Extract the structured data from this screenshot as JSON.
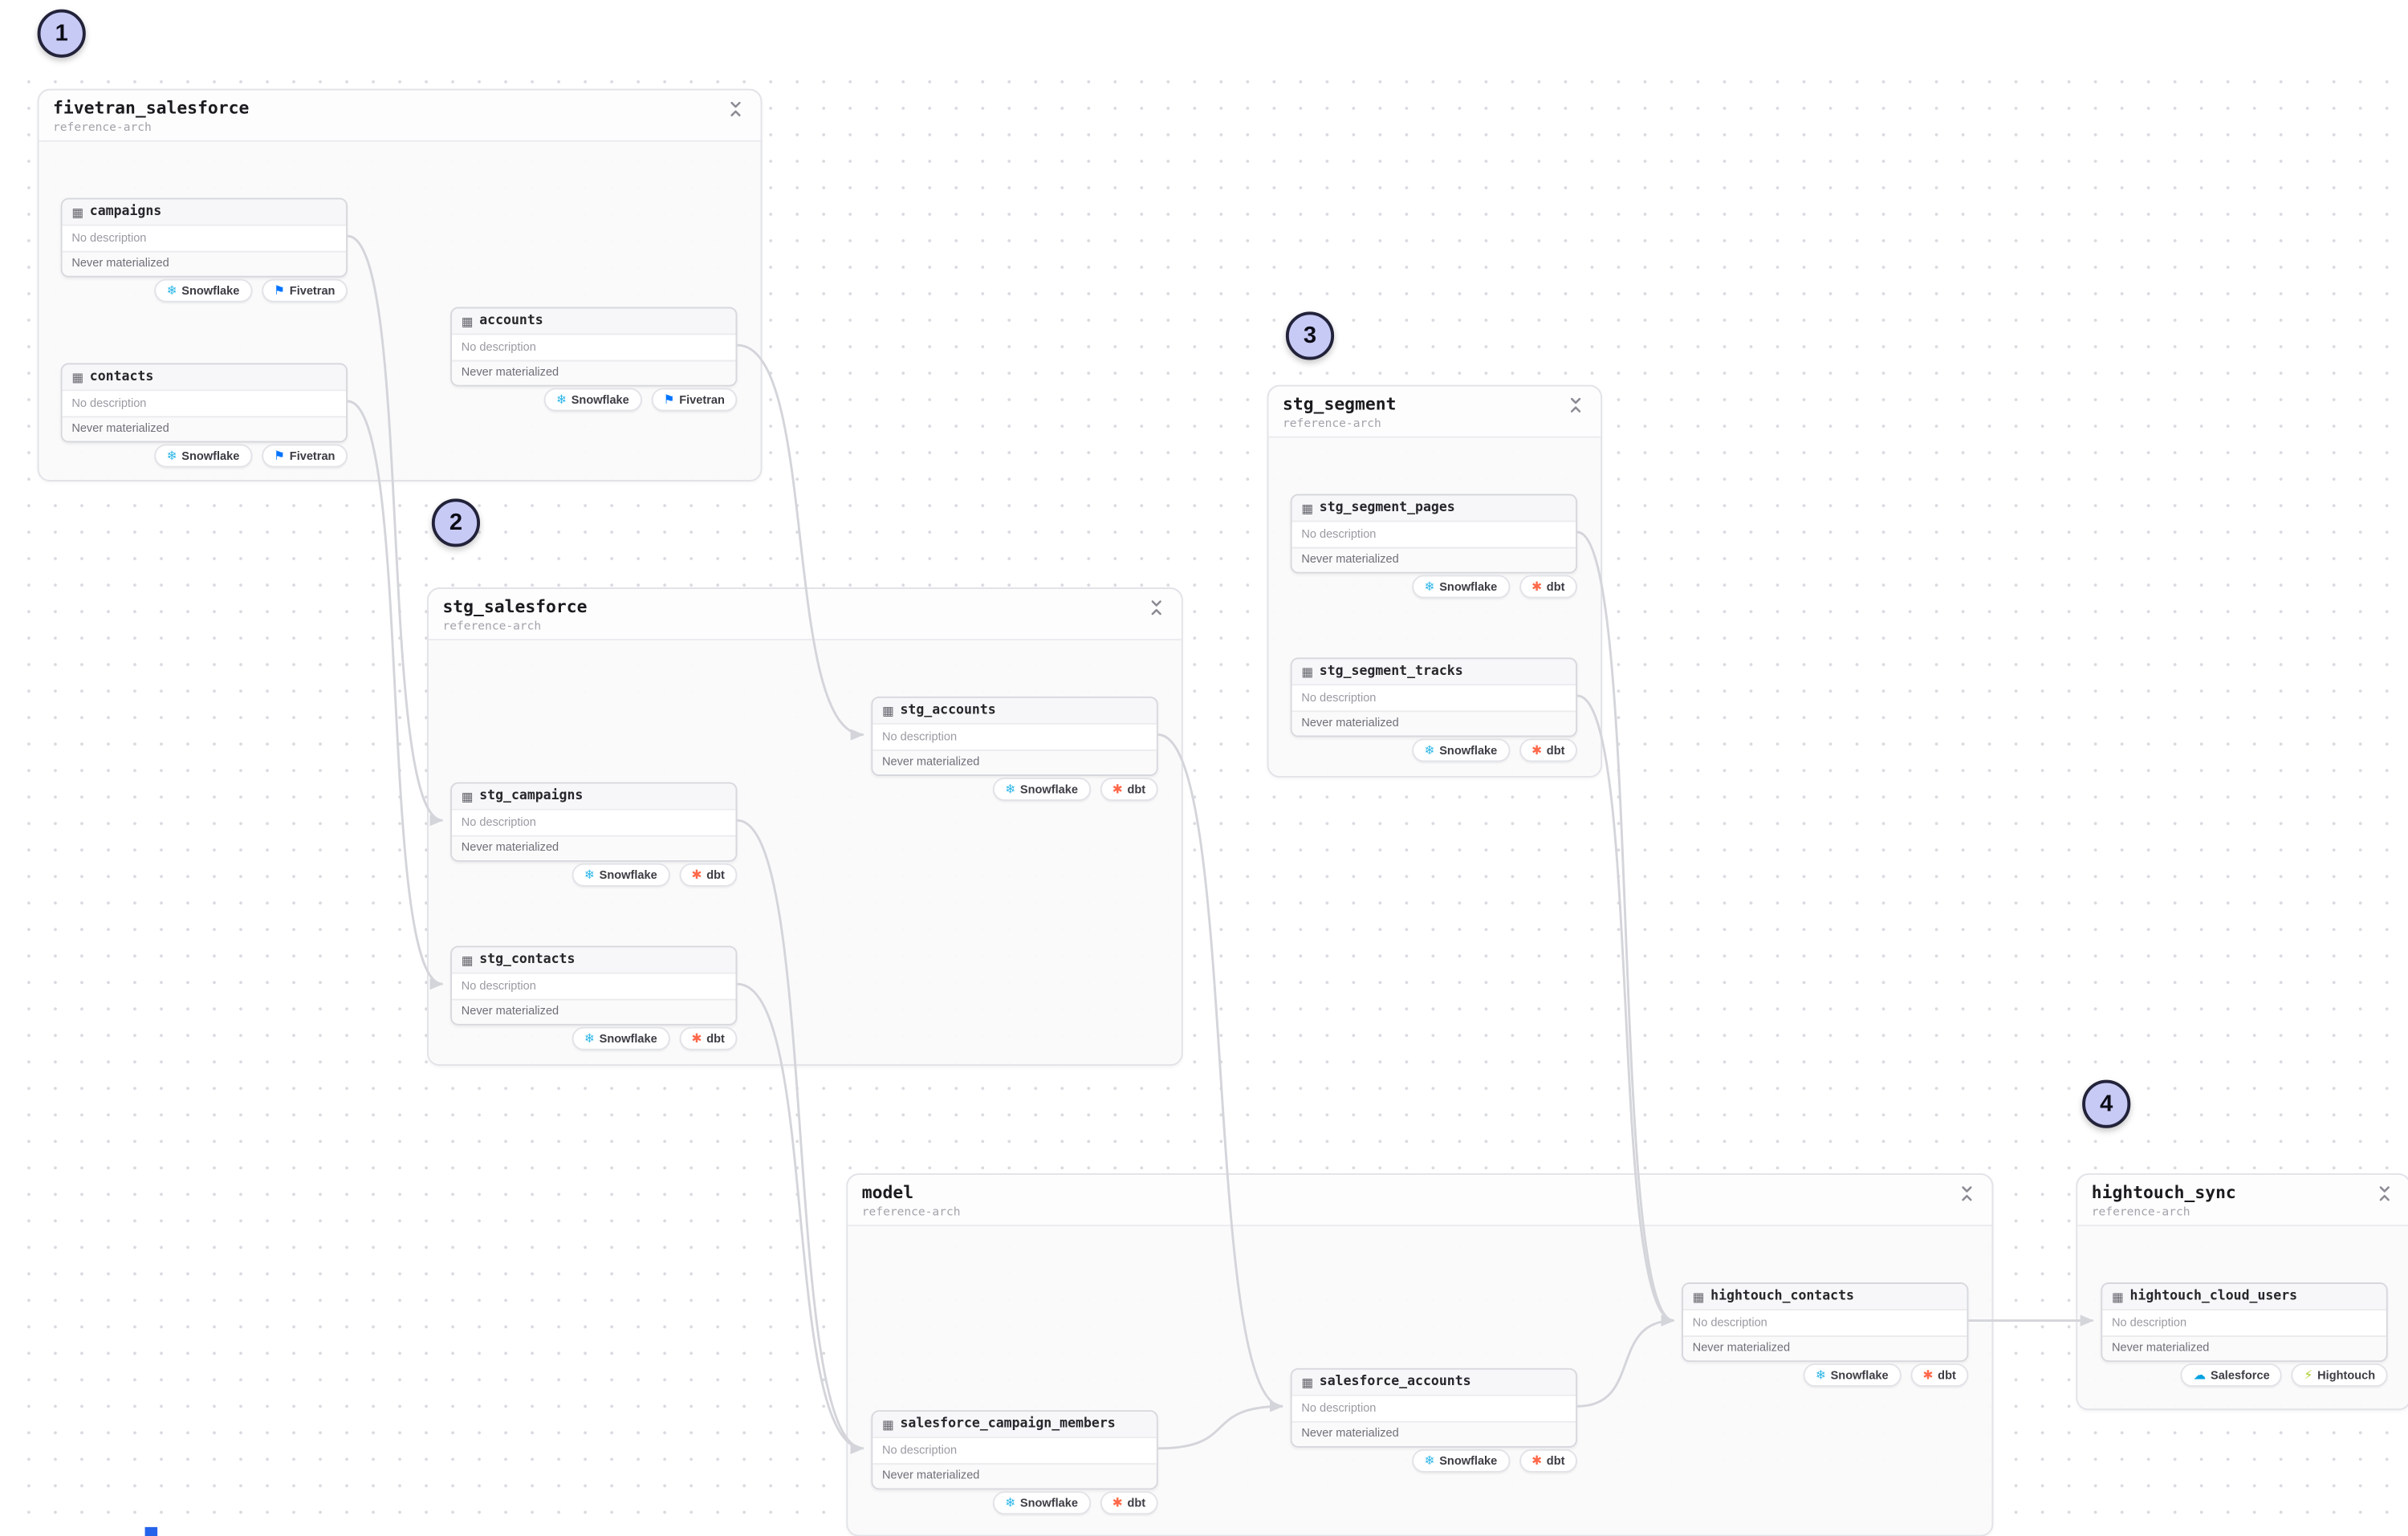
{
  "markers": [
    {
      "label": "1"
    },
    {
      "label": "2"
    },
    {
      "label": "3"
    },
    {
      "label": "4"
    }
  ],
  "groups": [
    {
      "title": "fivetran_salesforce",
      "subtitle": "reference-arch",
      "nodes": [
        {
          "name": "campaigns",
          "description": "No description",
          "status": "Never materialized",
          "badges": [
            {
              "label": "Snowflake",
              "icon": "snowflake-icon"
            },
            {
              "label": "Fivetran",
              "icon": "fivetran-icon"
            }
          ]
        },
        {
          "name": "contacts",
          "description": "No description",
          "status": "Never materialized",
          "badges": [
            {
              "label": "Snowflake",
              "icon": "snowflake-icon"
            },
            {
              "label": "Fivetran",
              "icon": "fivetran-icon"
            }
          ]
        },
        {
          "name": "accounts",
          "description": "No description",
          "status": "Never materialized",
          "badges": [
            {
              "label": "Snowflake",
              "icon": "snowflake-icon"
            },
            {
              "label": "Fivetran",
              "icon": "fivetran-icon"
            }
          ]
        }
      ]
    },
    {
      "title": "stg_salesforce",
      "subtitle": "reference-arch",
      "nodes": [
        {
          "name": "stg_accounts",
          "description": "No description",
          "status": "Never materialized",
          "badges": [
            {
              "label": "Snowflake",
              "icon": "snowflake-icon"
            },
            {
              "label": "dbt",
              "icon": "dbt-icon"
            }
          ]
        },
        {
          "name": "stg_campaigns",
          "description": "No description",
          "status": "Never materialized",
          "badges": [
            {
              "label": "Snowflake",
              "icon": "snowflake-icon"
            },
            {
              "label": "dbt",
              "icon": "dbt-icon"
            }
          ]
        },
        {
          "name": "stg_contacts",
          "description": "No description",
          "status": "Never materialized",
          "badges": [
            {
              "label": "Snowflake",
              "icon": "snowflake-icon"
            },
            {
              "label": "dbt",
              "icon": "dbt-icon"
            }
          ]
        }
      ]
    },
    {
      "title": "stg_segment",
      "subtitle": "reference-arch",
      "nodes": [
        {
          "name": "stg_segment_pages",
          "description": "No description",
          "status": "Never materialized",
          "badges": [
            {
              "label": "Snowflake",
              "icon": "snowflake-icon"
            },
            {
              "label": "dbt",
              "icon": "dbt-icon"
            }
          ]
        },
        {
          "name": "stg_segment_tracks",
          "description": "No description",
          "status": "Never materialized",
          "badges": [
            {
              "label": "Snowflake",
              "icon": "snowflake-icon"
            },
            {
              "label": "dbt",
              "icon": "dbt-icon"
            }
          ]
        }
      ]
    },
    {
      "title": "model",
      "subtitle": "reference-arch",
      "nodes": [
        {
          "name": "hightouch_contacts",
          "description": "No description",
          "status": "Never materialized",
          "badges": [
            {
              "label": "Snowflake",
              "icon": "snowflake-icon"
            },
            {
              "label": "dbt",
              "icon": "dbt-icon"
            }
          ]
        },
        {
          "name": "salesforce_accounts",
          "description": "No description",
          "status": "Never materialized",
          "badges": [
            {
              "label": "Snowflake",
              "icon": "snowflake-icon"
            },
            {
              "label": "dbt",
              "icon": "dbt-icon"
            }
          ]
        },
        {
          "name": "salesforce_campaign_members",
          "description": "No description",
          "status": "Never materialized",
          "badges": [
            {
              "label": "Snowflake",
              "icon": "snowflake-icon"
            },
            {
              "label": "dbt",
              "icon": "dbt-icon"
            }
          ]
        }
      ]
    },
    {
      "title": "hightouch_sync",
      "subtitle": "reference-arch",
      "nodes": [
        {
          "name": "hightouch_cloud_users",
          "description": "No description",
          "status": "Never materialized",
          "badges": [
            {
              "label": "Salesforce",
              "icon": "salesforce-icon"
            },
            {
              "label": "Hightouch",
              "icon": "hightouch-icon"
            }
          ]
        }
      ]
    }
  ],
  "edges": [
    {
      "from": "campaigns",
      "to": "stg_campaigns"
    },
    {
      "from": "contacts",
      "to": "stg_contacts"
    },
    {
      "from": "accounts",
      "to": "stg_accounts"
    },
    {
      "from": "stg_campaigns",
      "to": "salesforce_campaign_members"
    },
    {
      "from": "stg_contacts",
      "to": "salesforce_campaign_members"
    },
    {
      "from": "stg_accounts",
      "to": "salesforce_accounts"
    },
    {
      "from": "stg_segment_pages",
      "to": "hightouch_contacts"
    },
    {
      "from": "stg_segment_tracks",
      "to": "hightouch_contacts"
    },
    {
      "from": "salesforce_campaign_members",
      "to": "salesforce_accounts"
    },
    {
      "from": "salesforce_accounts",
      "to": "hightouch_contacts"
    },
    {
      "from": "hightouch_contacts",
      "to": "hightouch_cloud_users"
    }
  ],
  "colors": {
    "snowflake": "#29b5e8",
    "fivetran": "#0073ff",
    "dbt": "#ff694a",
    "salesforce": "#00a1e0",
    "hightouch": "#aacc2a",
    "edge": "#d4d5da",
    "marker_fill": "#c8caf6",
    "marker_border": "#22223a"
  }
}
